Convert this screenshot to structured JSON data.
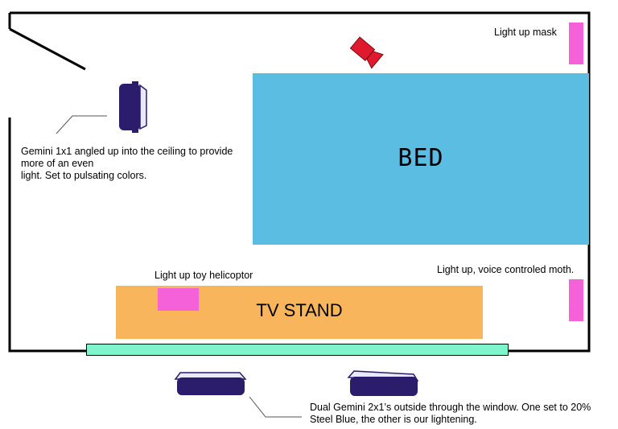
{
  "room": {
    "bed_label": "BED",
    "tv_stand_label": "TV STAND"
  },
  "labels": {
    "light_up_mask": "Light up mask",
    "gemini_1x1": [
      "Gemini 1x1 angled up into the ceiling to provide",
      "more of an even",
      "light. Set to pulsating colors."
    ],
    "light_up_moth": "Light up, voice controled moth.",
    "light_up_helicopter": "Light up toy helicoptor",
    "dual_gemini": [
      "Dual Gemini 2x1’s outside through the window. One set to 20%",
      "Steel Blue, the other is our lightening."
    ]
  },
  "colors": {
    "bed": "#5bbde2",
    "tv_stand": "#f9b55b",
    "window": "#7ef5cc",
    "prop_pink": "#f461d8",
    "prop_red": "#e01a2e",
    "fixture_navy": "#2b1d6b"
  },
  "icons": [
    "light-fixture-icon",
    "spotlight-icon",
    "balloon-icon"
  ]
}
